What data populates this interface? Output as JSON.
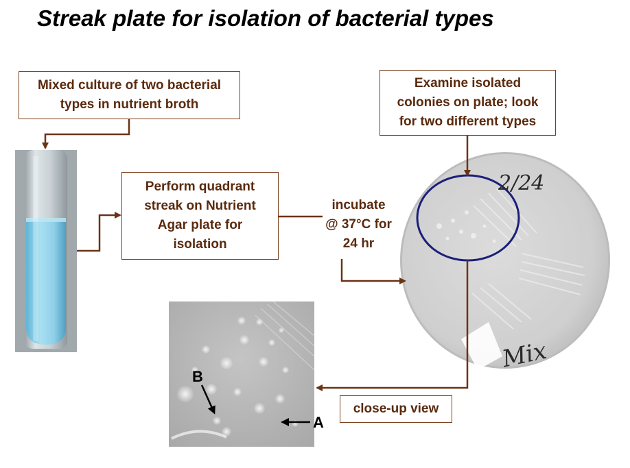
{
  "title": "Streak plate for isolation of bacterial types",
  "steps": {
    "mixed_culture": [
      "Mixed culture of two bacterial",
      "types in nutrient broth"
    ],
    "quadrant_streak": [
      "Perform quadrant",
      "streak on Nutrient",
      "Agar plate for",
      "isolation"
    ],
    "incubate": [
      "incubate",
      "@ 37°C for",
      "24 hr"
    ],
    "examine": [
      "Examine isolated",
      "colonies on plate; look",
      "for two different types"
    ],
    "closeup": "close-up view"
  },
  "plate_markings": {
    "date": "2/24",
    "label": "Mix"
  },
  "closeup_labels": {
    "a": "A",
    "b": "B"
  },
  "colors": {
    "box_border": "#7a3c17",
    "text": "#5a2a0e",
    "circle": "#1b1f7a",
    "broth": "#8fd0e8"
  }
}
